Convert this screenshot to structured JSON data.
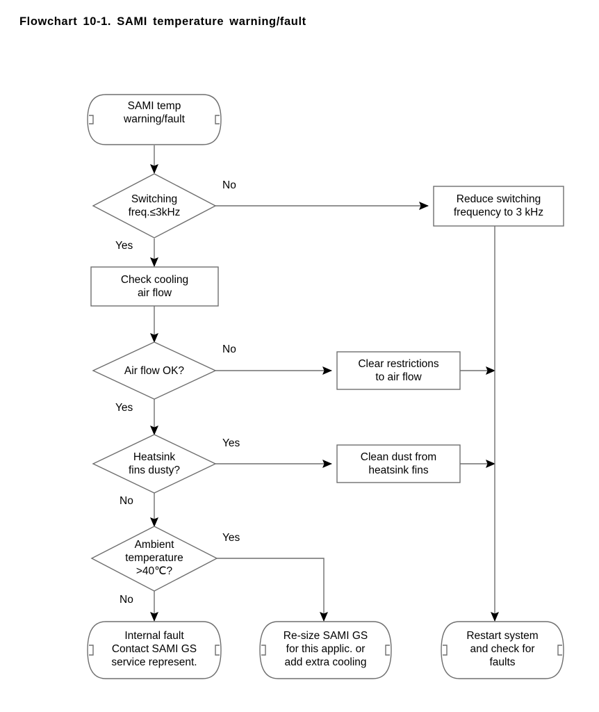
{
  "title": "Flowchart  10-1.  SAMI  temperature  warning/fault",
  "colors": {
    "stroke": "#6e6e6e",
    "text": "#000000",
    "background": "#ffffff",
    "arrowhead": "#000000"
  },
  "nodes": {
    "start": {
      "shape": "terminator",
      "text": "SAMI temp\nwarning/fault"
    },
    "decision_switching_freq": {
      "shape": "decision",
      "text": "Switching\nfreq.≤3kHz"
    },
    "action_reduce_freq": {
      "shape": "process",
      "text": "Reduce switching\nfrequency to 3 kHz"
    },
    "action_check_cooling": {
      "shape": "process",
      "text": "Check cooling\nair flow"
    },
    "decision_air_flow": {
      "shape": "decision",
      "text": "Air flow OK?"
    },
    "action_clear_restrictions": {
      "shape": "process",
      "text": "Clear restrictions\nto air flow"
    },
    "decision_heatsink_dusty": {
      "shape": "decision",
      "text": "Heatsink\nfins dusty?"
    },
    "action_clean_dust": {
      "shape": "process",
      "text": "Clean dust from\nheatsink fins"
    },
    "decision_ambient_temp": {
      "shape": "decision",
      "text": "Ambient\ntemperature\n>40℃?"
    },
    "end_internal_fault": {
      "shape": "terminator",
      "text": "Internal fault\nContact SAMI GS\nservice represent."
    },
    "end_resize": {
      "shape": "terminator",
      "text": "Re-size SAMI GS\nfor this applic. or\nadd extra cooling"
    },
    "end_restart": {
      "shape": "terminator",
      "text": "Restart system\nand check for\nfaults"
    }
  },
  "edge_labels": {
    "switching_no": "No",
    "switching_yes": "Yes",
    "air_flow_no": "No",
    "air_flow_yes": "Yes",
    "heatsink_yes": "Yes",
    "heatsink_no": "No",
    "ambient_yes": "Yes",
    "ambient_no": "No"
  }
}
